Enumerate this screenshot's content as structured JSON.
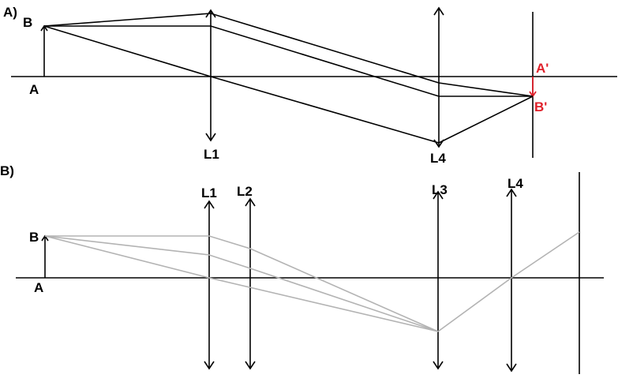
{
  "colors": {
    "ink": "#000000",
    "image_label": "#e0202a",
    "ray_gray": "#b3b3b3",
    "background": "#ffffff"
  },
  "panel_a": {
    "tag": "A)",
    "object_base": "A",
    "object_tip": "B",
    "lens_1": "L1",
    "lens_4": "L4",
    "image_base": "A'",
    "image_tip": "B'"
  },
  "panel_b": {
    "tag": "B)",
    "object_base": "A",
    "object_tip": "B",
    "lens_1": "L1",
    "lens_2": "L2",
    "lens_3": "L3",
    "lens_4": "L4"
  }
}
